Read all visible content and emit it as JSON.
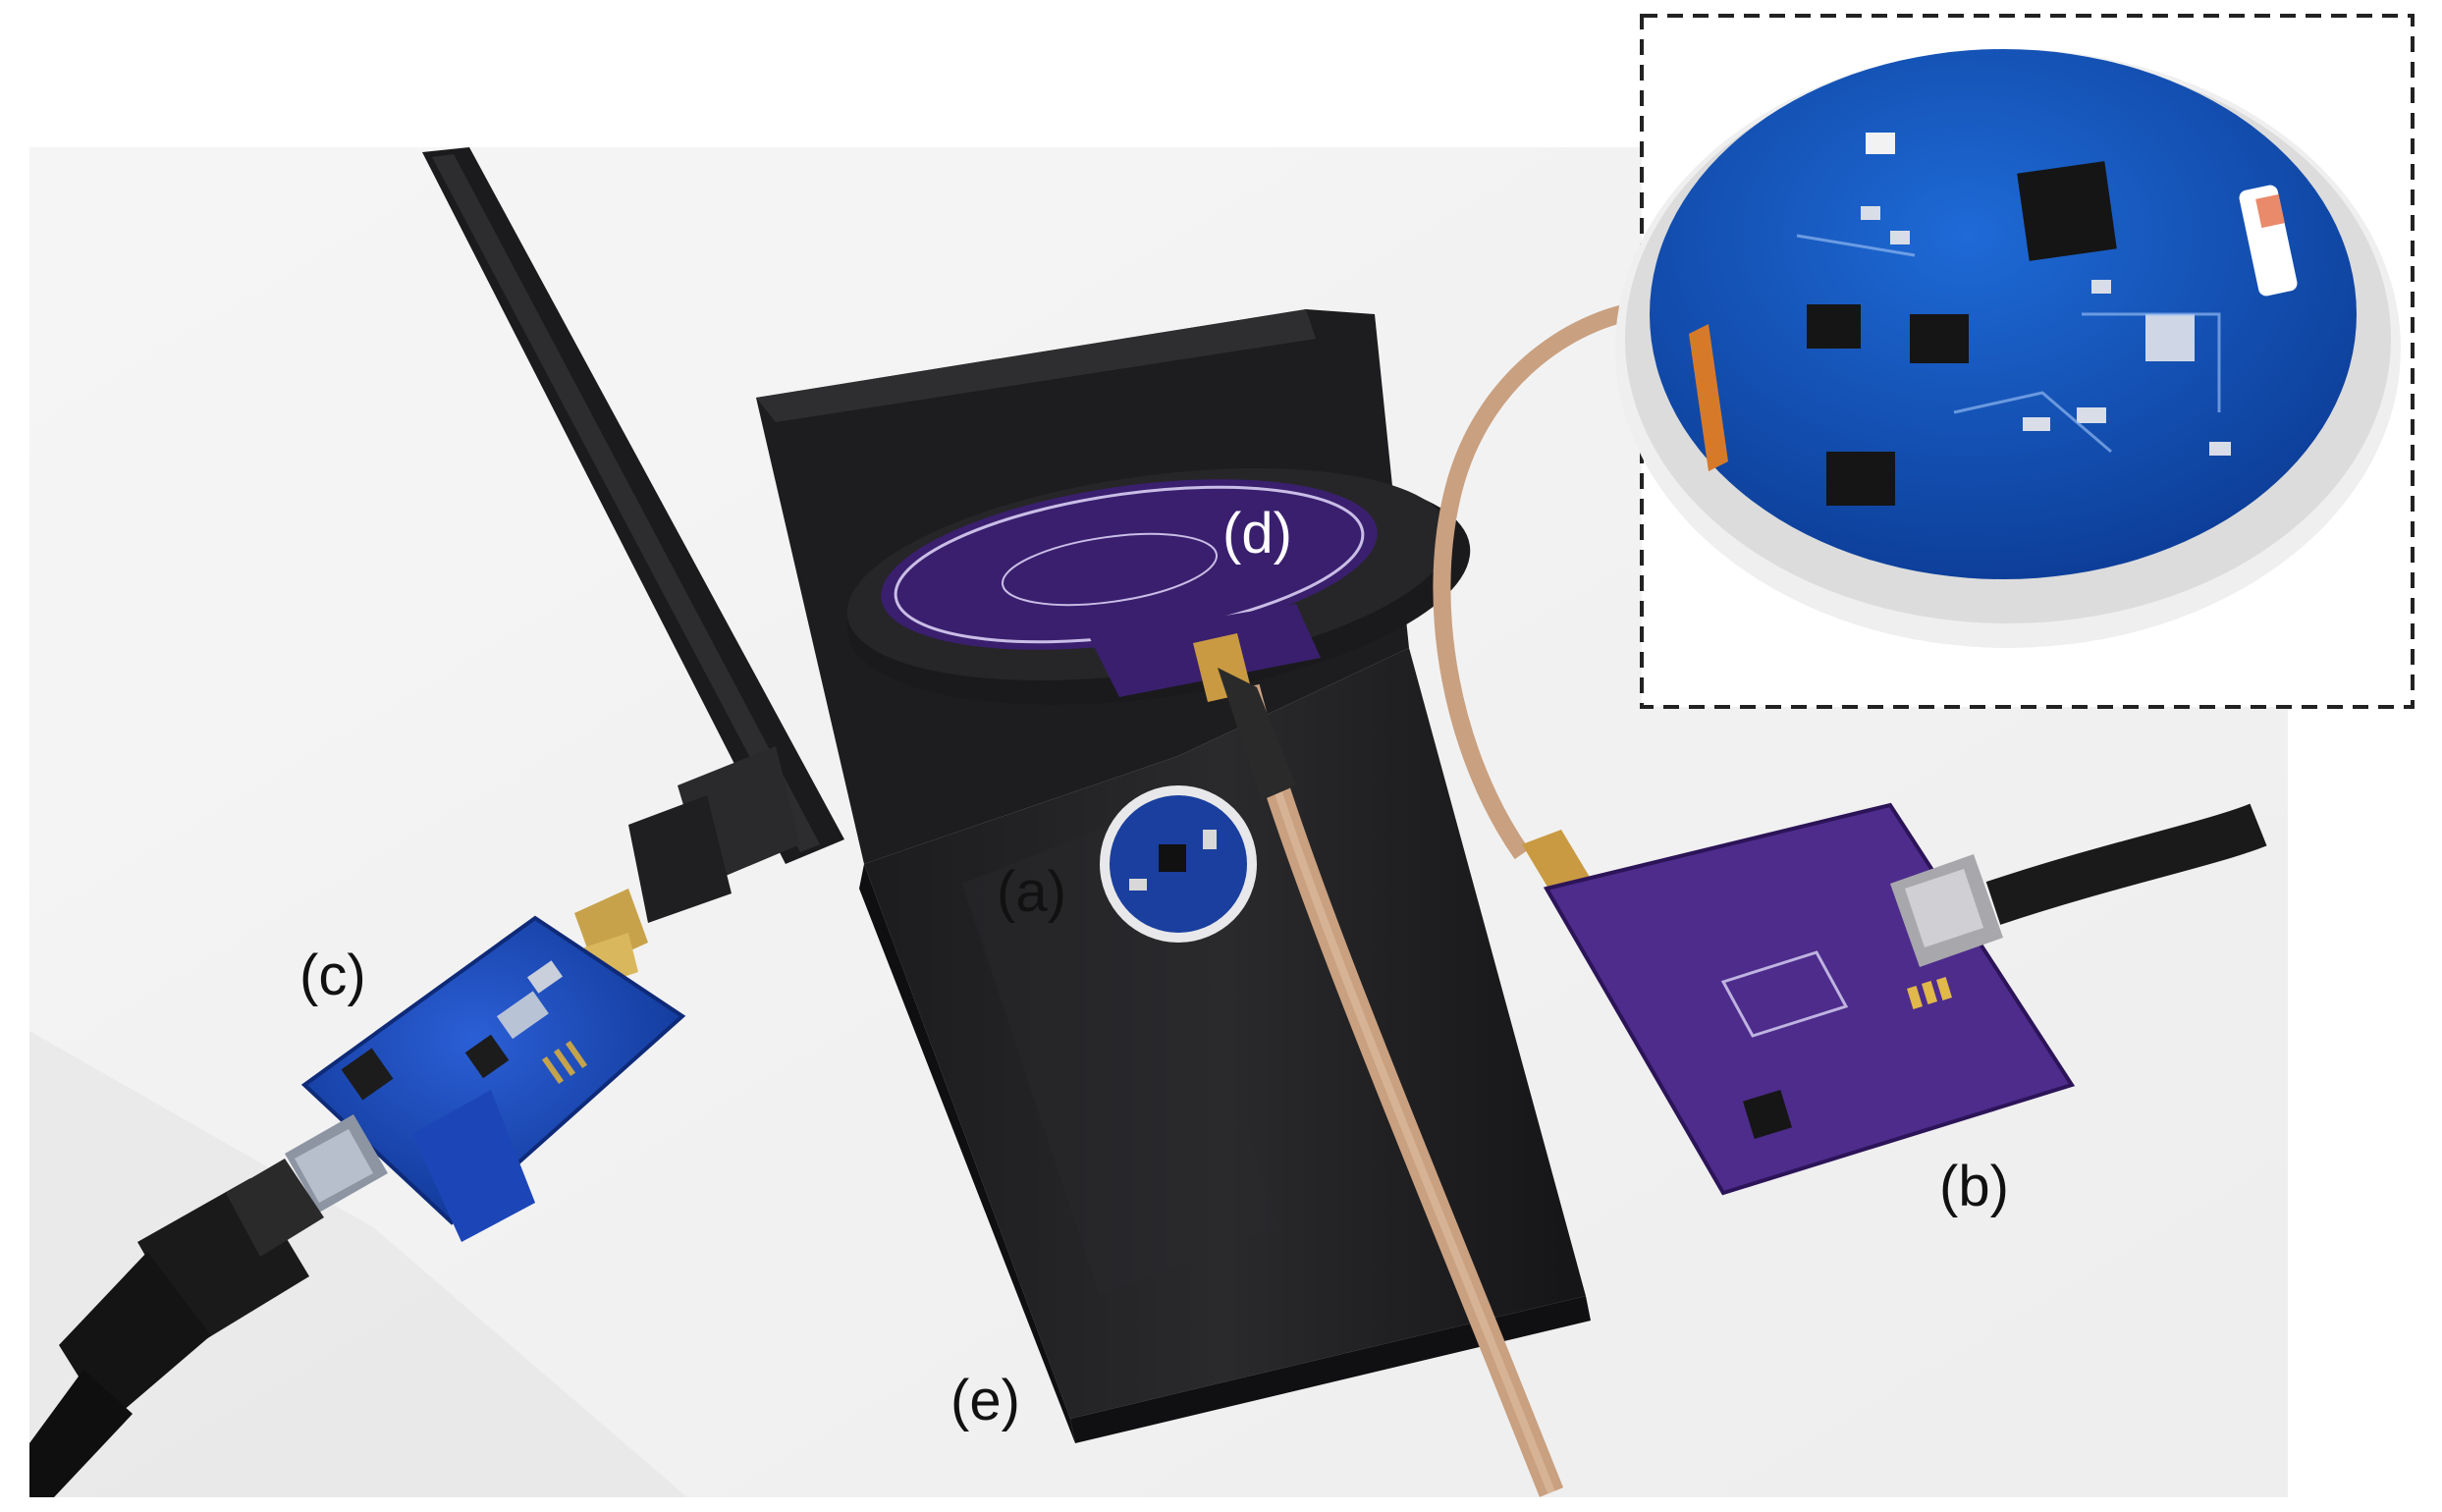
{
  "labels": {
    "a": "(a)",
    "b": "(b)",
    "c": "(c)",
    "d": "(d)",
    "e": "(e)"
  },
  "colors": {
    "background": "#f1f1f1",
    "stand": "#1a1a1c",
    "purple_pcb": "#4a2a86",
    "blue_pcb": "#1f3fb0",
    "coax_cable": "#caa184",
    "inset_border": "#222222"
  }
}
